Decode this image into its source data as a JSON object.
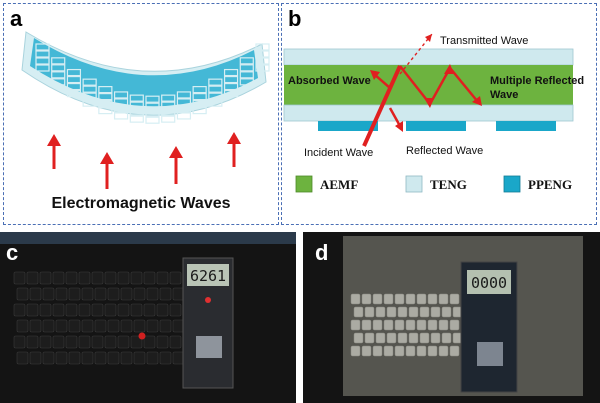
{
  "panels": {
    "a": {
      "label": "a",
      "caption": "Electromagnetic Waves"
    },
    "b": {
      "label": "b",
      "texts": {
        "transmitted": "Transmitted Wave",
        "absorbed": "Absorbed Wave",
        "multiple_line1": "Multiple Reflected",
        "multiple_line2": "Wave",
        "incident": "Incident Wave",
        "reflected": "Reflected Wave"
      },
      "legend": [
        {
          "name": "AEMF",
          "color": "#6db33f"
        },
        {
          "name": "TENG",
          "color": "#cfe9ee"
        },
        {
          "name": "PPENG",
          "color": "#1aa7c9"
        }
      ]
    },
    "c": {
      "label": "c",
      "meter_reading": "6261"
    },
    "d": {
      "label": "d",
      "meter_reading": "0000"
    }
  },
  "colors": {
    "arrow_red": "#e02020",
    "border_blue": "#4a6fb5",
    "aemf_green": "#6db33f",
    "teng_light": "#cfe9ee",
    "ppeng_blue": "#1aa7c9"
  }
}
